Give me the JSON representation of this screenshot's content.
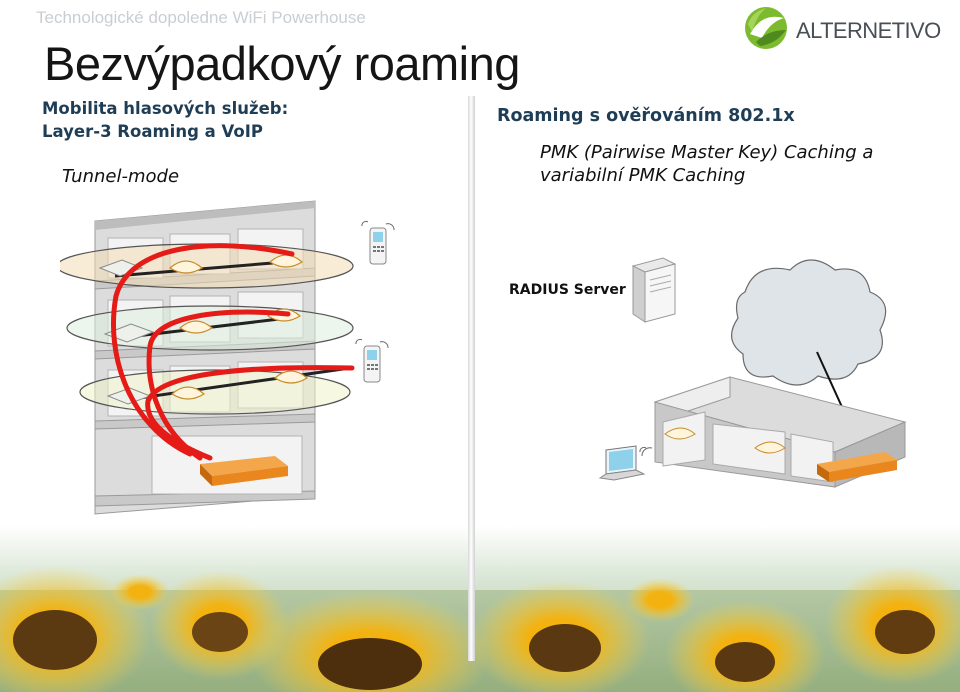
{
  "header": {
    "subtitle": "Technologické dopoledne WiFi Powerhouse",
    "title": "Bezvýpadkový roaming"
  },
  "logo": {
    "text": "ALTERNETIVO",
    "colors": {
      "green": "#7dbb2e",
      "dark_green": "#4e8a1d",
      "text": "#4a4f55"
    }
  },
  "left": {
    "heading_line1": "Mobilita hlasových služeb:",
    "heading_line2": "Layer-3 Roaming a VoIP",
    "mode": "Tunnel-mode"
  },
  "right": {
    "heading": "Roaming s ověřováním 802.1x",
    "pmk_line1": "PMK (Pairwise Master Key) Caching a",
    "pmk_line2": "variabilní PMK Caching",
    "server_label": "RADIUS Server"
  },
  "colors": {
    "heading_blue": "#1f3e56",
    "tunnel_red": "#e51b17",
    "controller_orange": "#e9861e"
  },
  "icons": {
    "background": "sunflower-field",
    "devices": [
      "building-floors",
      "access-point",
      "mobile-phone",
      "controller",
      "server",
      "cloud",
      "laptop"
    ]
  }
}
